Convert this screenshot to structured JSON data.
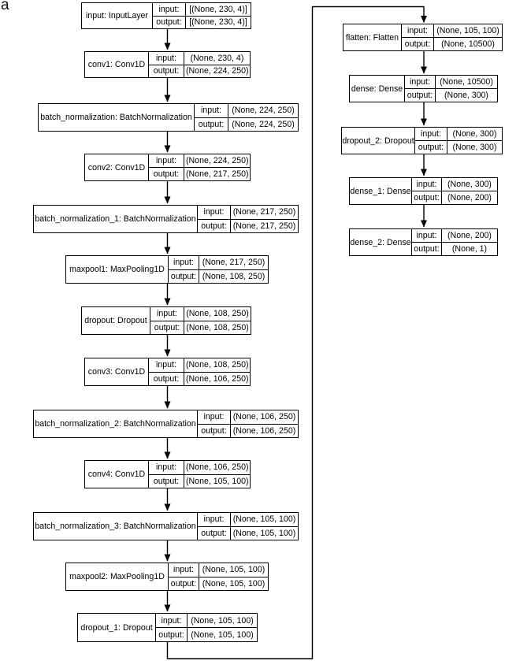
{
  "panel_label": "a",
  "io_row_labels": {
    "input": "input:",
    "output": "output:"
  },
  "colors": {
    "line": "#000000",
    "background": "#ffffff",
    "text": "#000000"
  },
  "nodes": [
    {
      "name": "input: InputLayer",
      "input": "[(None, 230, 4)]",
      "output": "[(None, 230, 4)]"
    },
    {
      "name": "conv1: Conv1D",
      "input": "(None, 230, 4)",
      "output": "(None, 224, 250)"
    },
    {
      "name": "batch_normalization: BatchNormalization",
      "input": "(None, 224, 250)",
      "output": "(None, 224, 250)"
    },
    {
      "name": "conv2: Conv1D",
      "input": "(None, 224, 250)",
      "output": "(None, 217, 250)"
    },
    {
      "name": "batch_normalization_1: BatchNormalization",
      "input": "(None, 217, 250)",
      "output": "(None, 217, 250)"
    },
    {
      "name": "maxpool1: MaxPooling1D",
      "input": "(None, 217, 250)",
      "output": "(None, 108, 250)"
    },
    {
      "name": "dropout: Dropout",
      "input": "(None, 108, 250)",
      "output": "(None, 108, 250)"
    },
    {
      "name": "conv3: Conv1D",
      "input": "(None, 108, 250)",
      "output": "(None, 106, 250)"
    },
    {
      "name": "batch_normalization_2: BatchNormalization",
      "input": "(None, 106, 250)",
      "output": "(None, 106, 250)"
    },
    {
      "name": "conv4: Conv1D",
      "input": "(None, 106, 250)",
      "output": "(None, 105, 100)"
    },
    {
      "name": "batch_normalization_3: BatchNormalization",
      "input": "(None, 105, 100)",
      "output": "(None, 105, 100)"
    },
    {
      "name": "maxpool2: MaxPooling1D",
      "input": "(None, 105, 100)",
      "output": "(None, 105, 100)"
    },
    {
      "name": "dropout_1: Dropout",
      "input": "(None, 105, 100)",
      "output": "(None, 105, 100)"
    },
    {
      "name": "flatten: Flatten",
      "input": "(None, 105, 100)",
      "output": "(None, 10500)"
    },
    {
      "name": "dense: Dense",
      "input": "(None, 10500)",
      "output": "(None, 300)"
    },
    {
      "name": "dropout_2: Dropout",
      "input": "(None, 300)",
      "output": "(None, 300)"
    },
    {
      "name": "dense_1: Dense",
      "input": "(None, 300)",
      "output": "(None, 200)"
    },
    {
      "name": "dense_2: Dense",
      "input": "(None, 200)",
      "output": "(None, 1)"
    }
  ]
}
